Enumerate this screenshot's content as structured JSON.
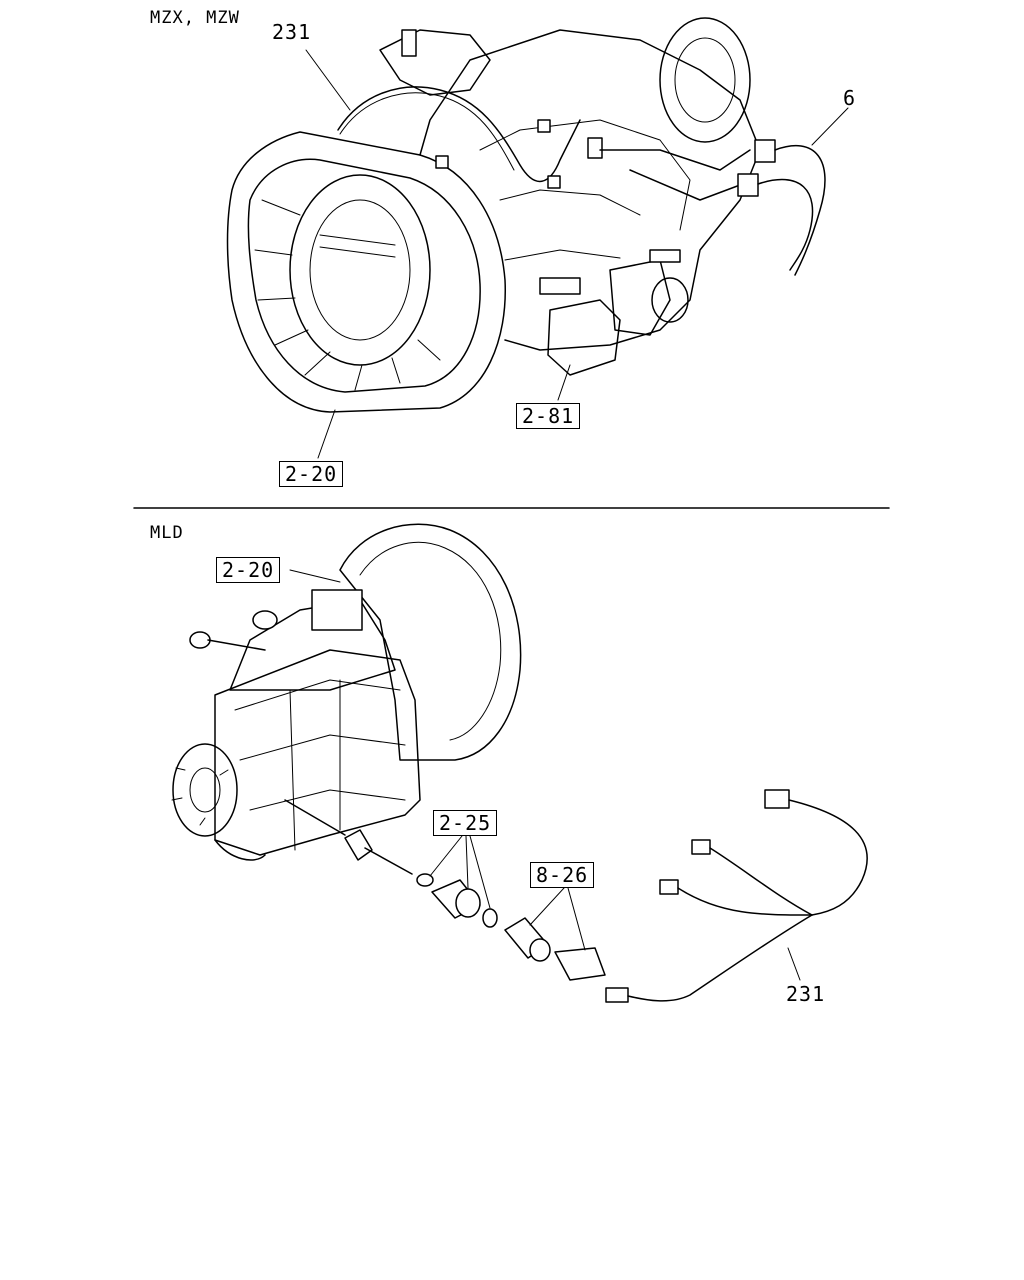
{
  "sections": [
    {
      "id": "top",
      "heading": "MZX, MZW"
    },
    {
      "id": "bottom",
      "heading": "MLD"
    }
  ],
  "callouts": {
    "top_231": "231",
    "top_6": "6",
    "top_2_81": "2-81",
    "top_2_20": "2-20",
    "bot_2_20": "2-20",
    "bot_2_25": "2-25",
    "bot_8_26": "8-26",
    "bot_231": "231"
  }
}
